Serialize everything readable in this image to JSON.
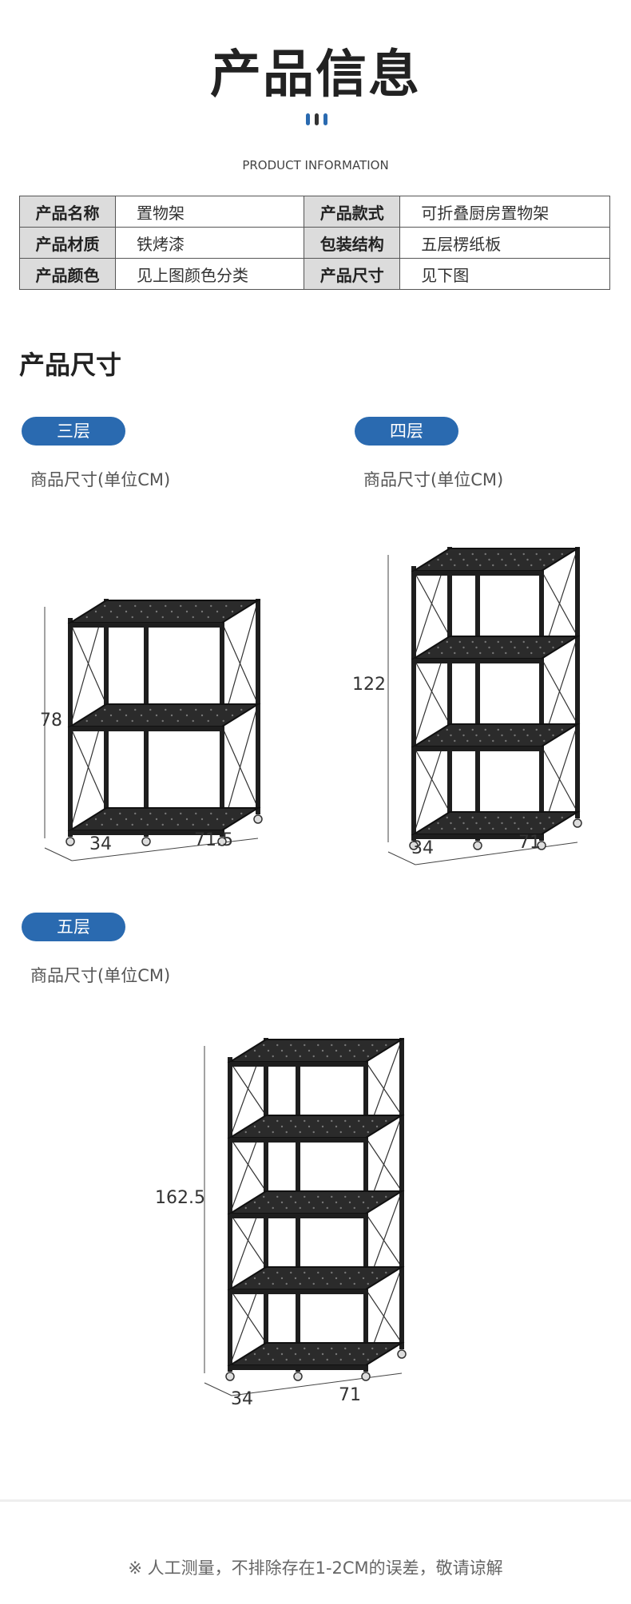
{
  "header": {
    "title": "产品信息",
    "subtitle": "PRODUCT INFORMATION",
    "bar_colors": [
      "#2a6ab0",
      "#333333",
      "#2a6ab0"
    ]
  },
  "info_table": {
    "rows": [
      [
        {
          "label": "产品名称",
          "value": "置物架"
        },
        {
          "label": "产品款式",
          "value": "可折叠厨房置物架"
        }
      ],
      [
        {
          "label": "产品材质",
          "value": "铁烤漆"
        },
        {
          "label": "包装结构",
          "value": "五层楞纸板"
        }
      ],
      [
        {
          "label": "产品颜色",
          "value": "见上图颜色分类"
        },
        {
          "label": "产品尺寸",
          "value": "见下图"
        }
      ]
    ]
  },
  "size_section": {
    "title": "产品尺寸",
    "accent": "#2a6ab0",
    "variants": [
      {
        "label": "三层",
        "caption": "商品尺寸(单位CM)",
        "tiers": 3,
        "height": "78",
        "depth": "34",
        "width": "71.5"
      },
      {
        "label": "四层",
        "caption": "商品尺寸(单位CM)",
        "tiers": 4,
        "height": "122",
        "depth": "34",
        "width": "71"
      },
      {
        "label": "五层",
        "caption": "商品尺寸(单位CM)",
        "tiers": 5,
        "height": "162.5",
        "depth": "34",
        "width": "71"
      }
    ]
  },
  "footer": {
    "note": "※ 人工测量，不排除存在1-2CM的误差，敬请谅解"
  }
}
